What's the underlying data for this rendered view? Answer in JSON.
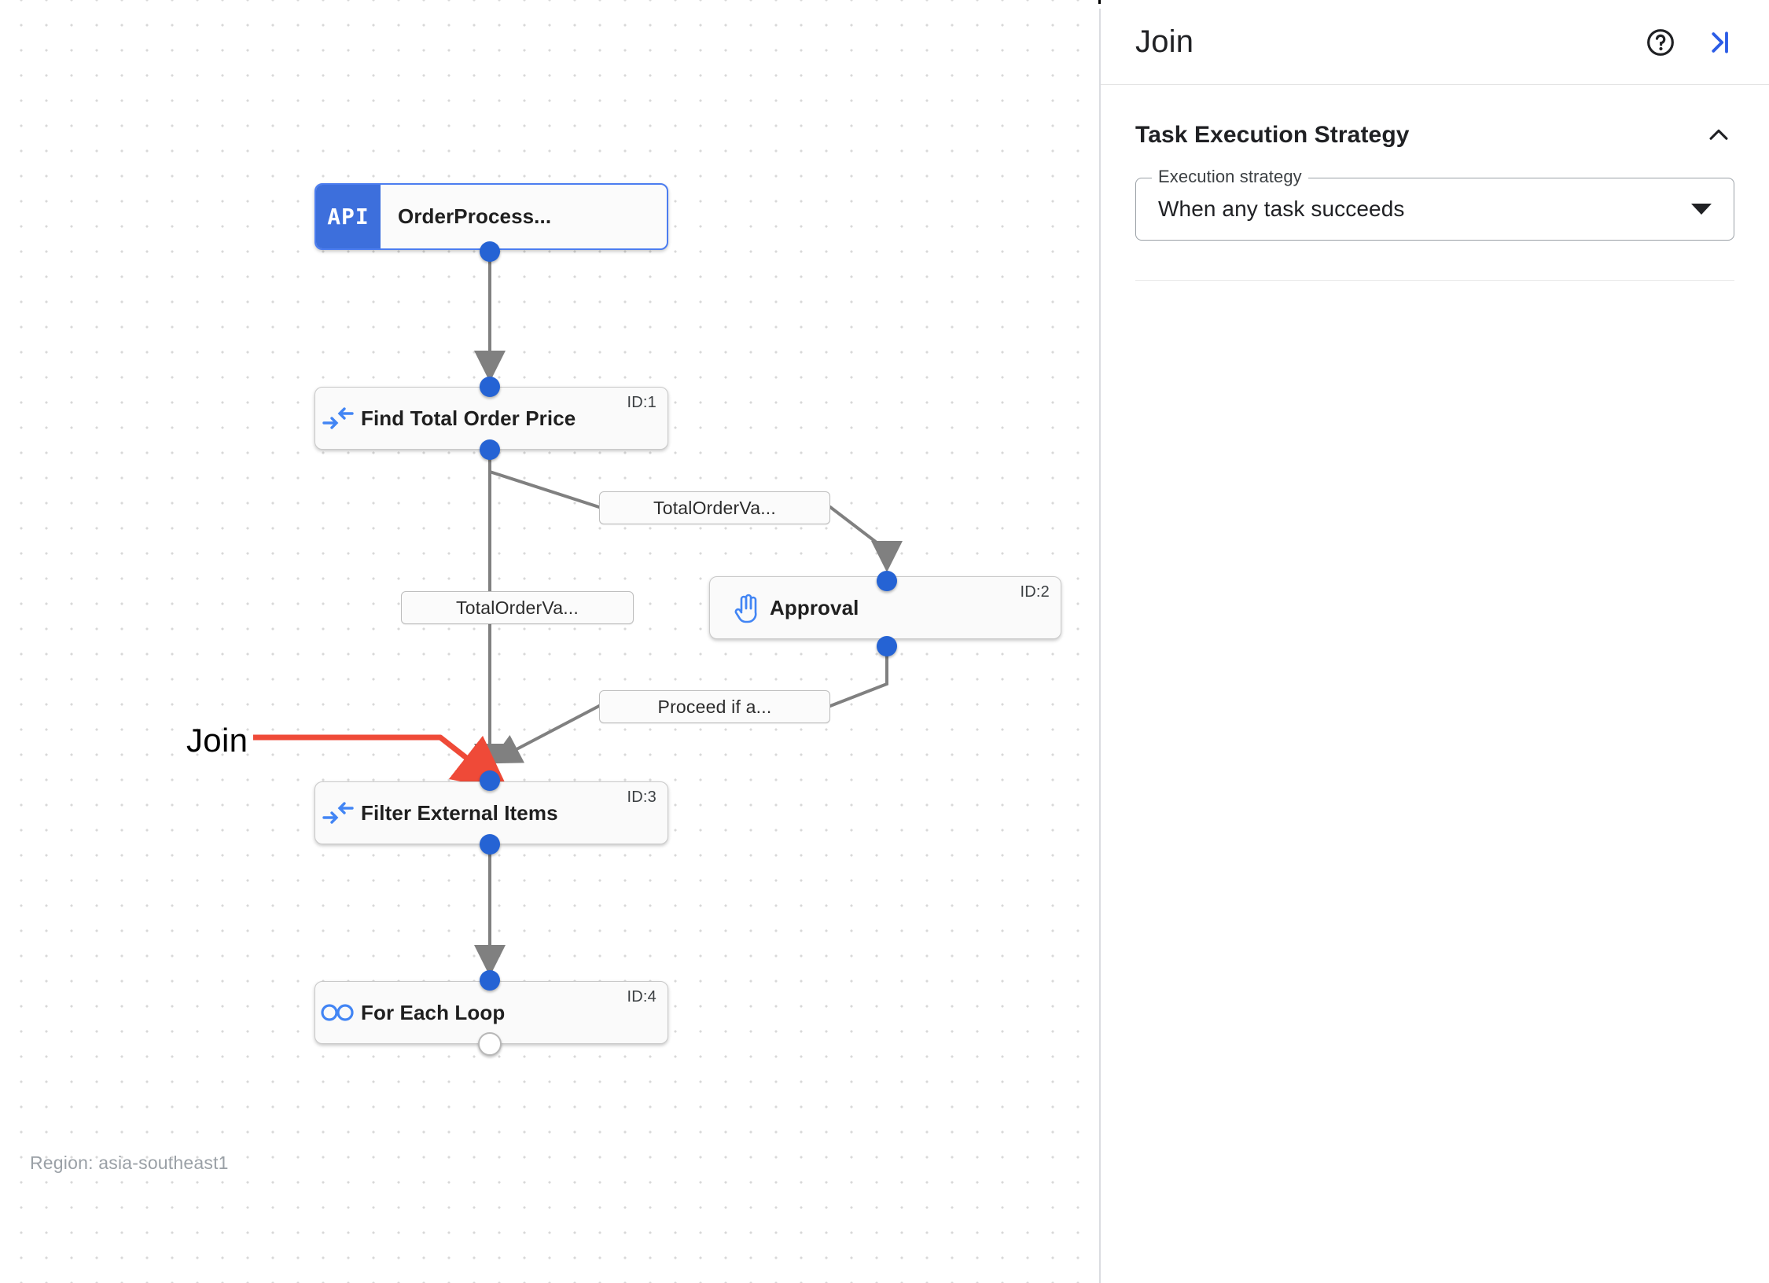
{
  "canvas": {
    "region_label": "Region: asia-southeast1",
    "annotation": {
      "label": "Join",
      "color": "#ef4a38"
    },
    "nodes": [
      {
        "id": "api",
        "title": "OrderProcess...",
        "badge": "API",
        "icon": "api-badge-icon",
        "id_label": "",
        "selected": true
      },
      {
        "id": "n1",
        "title": "Find Total Order Price",
        "icon": "data-mapping-icon",
        "id_label": "ID:1",
        "selected": false
      },
      {
        "id": "n2",
        "title": "Approval",
        "icon": "hand-icon",
        "id_label": "ID:2",
        "selected": false
      },
      {
        "id": "n3",
        "title": "Filter External Items",
        "icon": "data-mapping-icon",
        "id_label": "ID:3",
        "selected": false
      },
      {
        "id": "n4",
        "title": "For Each Loop",
        "icon": "infinity-icon",
        "id_label": "ID:4",
        "selected": false
      }
    ],
    "edge_labels": [
      {
        "id": "e1",
        "text": "TotalOrderVa..."
      },
      {
        "id": "e2",
        "text": "TotalOrderVa..."
      },
      {
        "id": "e3",
        "text": "Proceed if a..."
      }
    ]
  },
  "panel": {
    "title": "Join",
    "help_icon": "help-circle-icon",
    "collapse_icon": "collapse-right-icon",
    "section": {
      "title": "Task Execution Strategy",
      "collapse_icon": "chevron-up-icon",
      "field": {
        "legend": "Execution strategy",
        "value": "When any task succeeds",
        "dropdown_icon": "caret-down-icon"
      }
    }
  }
}
